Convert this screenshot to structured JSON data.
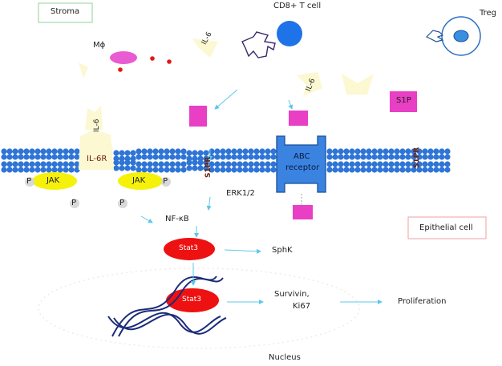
{
  "labels": {
    "stroma": "Stroma",
    "cd8": "CD8+ T cell",
    "treg": "Treg",
    "macrophage": "Mϕ",
    "il6_free_1": "IL-6",
    "il6_free_2": "IL-6",
    "il6_bound": "IL-6",
    "il6r": "IL-6R",
    "jak_left": "JAK",
    "jak_right": "JAK",
    "p": "P",
    "s1pr_left": "S1PR",
    "s1pr_right": "S1PR",
    "abc_receptor_line1": "ABC",
    "abc_receptor_line2": "receptor",
    "s1p": "S1P",
    "erk": "ERK1/2",
    "nfkb": "NF-κB",
    "epithelial": "Epithelial cell",
    "stat3_upper": "Stat3",
    "stat3_lower": "Stat3",
    "sphk": "SphK",
    "survivin": "Survivin,",
    "ki67": "Ki67",
    "proliferation": "Proliferation",
    "nucleus": "Nucleus"
  },
  "colors": {
    "membrane": "#2e75d6",
    "pink": "#e83fc4",
    "il6": "#fbf8d2",
    "jak": "#f5f10a",
    "stat": "#ee1111",
    "abc": "#3b83e0",
    "arrow": "#5bc8e8",
    "dna": "#1a2b7a"
  }
}
